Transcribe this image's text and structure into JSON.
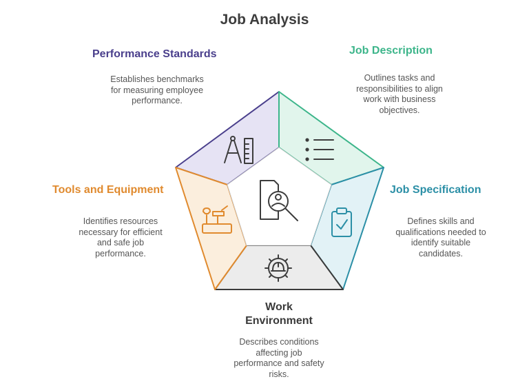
{
  "title": "Job Analysis",
  "colors": {
    "performance": "#4a3f8c",
    "job_description": "#3cb58a",
    "job_specification": "#2b8fa6",
    "work_environment": "#3a3a3a",
    "tools": "#e08a2e",
    "icon": "#3d3d3d"
  },
  "segments": {
    "performance": {
      "heading": "Performance Standards",
      "description": [
        "Establishes benchmarks",
        "for measuring employee",
        "performance."
      ],
      "icon": "compass-ruler-icon"
    },
    "job_description": {
      "heading": "Job Description",
      "description": [
        "Outlines tasks and",
        "responsibilities to align",
        "work with business",
        "objectives."
      ],
      "icon": "list-icon"
    },
    "job_specification": {
      "heading": "Job Specification",
      "description": [
        "Defines skills and",
        "qualifications needed to",
        "identify suitable",
        "candidates."
      ],
      "icon": "clipboard-check-icon"
    },
    "work_environment": {
      "heading": [
        "Work",
        "Environment"
      ],
      "description": [
        "Describes conditions",
        "affecting job",
        "performance and safety",
        "risks."
      ],
      "icon": "gear-helmet-icon"
    },
    "tools": {
      "heading": "Tools and Equipment",
      "description": [
        "Identifies resources",
        "necessary for efficient",
        "and safe job",
        "performance."
      ],
      "icon": "toolbox-icon"
    }
  },
  "center": {
    "icon": "person-search-icon"
  }
}
